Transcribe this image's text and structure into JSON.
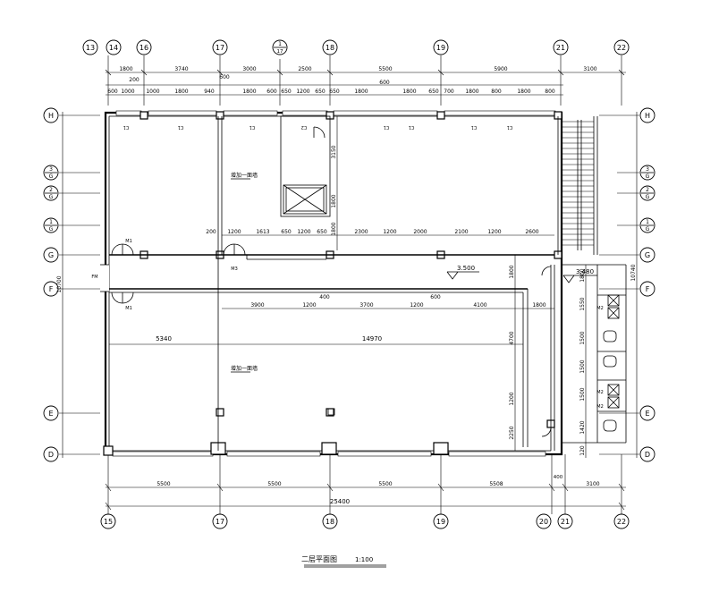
{
  "drawing": {
    "title": "二层平面图",
    "scale": "1:100"
  },
  "axes": {
    "top": [
      {
        "id": "13"
      },
      {
        "id": "14"
      },
      {
        "id": "16"
      },
      {
        "id": "17"
      },
      {
        "id": "1",
        "sub": "17"
      },
      {
        "id": "18"
      },
      {
        "id": "19"
      },
      {
        "id": "21"
      },
      {
        "id": "22"
      }
    ],
    "bottom": [
      {
        "id": "15"
      },
      {
        "id": "17"
      },
      {
        "id": "18"
      },
      {
        "id": "19"
      },
      {
        "id": "20"
      },
      {
        "id": "21"
      },
      {
        "id": "22"
      }
    ],
    "left": [
      {
        "id": "H"
      },
      {
        "id": "3",
        "sub": "G"
      },
      {
        "id": "2",
        "sub": "G"
      },
      {
        "id": "1",
        "sub": "G"
      },
      {
        "id": "G"
      },
      {
        "id": "F"
      },
      {
        "id": "E"
      },
      {
        "id": "D"
      }
    ],
    "right": [
      {
        "id": "H"
      },
      {
        "id": "3",
        "sub": "G"
      },
      {
        "id": "2",
        "sub": "G"
      },
      {
        "id": "1",
        "sub": "G"
      },
      {
        "id": "G"
      },
      {
        "id": "F"
      },
      {
        "id": "E"
      },
      {
        "id": "D"
      }
    ]
  },
  "dims": {
    "top_row1": [
      "1800",
      "3740",
      "3000",
      "2500",
      "5500",
      "5900",
      "3100"
    ],
    "top_row2": [
      "200",
      "600",
      "600"
    ],
    "top_row3": [
      "600",
      "1000",
      "1000",
      "1800",
      "940",
      "1800",
      "600",
      "650",
      "1200",
      "650",
      "650",
      "1800",
      "1800",
      "650",
      "700",
      "1800",
      "800",
      "1800",
      "800"
    ],
    "mid_row1": [
      "200",
      "1200",
      "1613",
      "650",
      "1200",
      "650",
      "2300",
      "1200",
      "2000",
      "2100",
      "1200",
      "2600"
    ],
    "mid_row2": [
      "400",
      "600"
    ],
    "mid_row3": [
      "3900",
      "1200",
      "3700",
      "1200",
      "4100",
      "1800"
    ],
    "span_labels": [
      "5340",
      "14970"
    ],
    "vert_upper": [
      "3150",
      "1800",
      "1800"
    ],
    "vert_right": [
      "1800",
      "4700",
      "1200",
      "2250"
    ],
    "vert_toilet": [
      "1800",
      "1550",
      "1500",
      "1500",
      "1500",
      "1420",
      "120"
    ],
    "left_total": "10700",
    "right_total": "10740",
    "bottom_row1": [
      "5500",
      "5500",
      "5500",
      "5508",
      "400",
      "3100"
    ],
    "bottom_total": "25400"
  },
  "levels": {
    "main": "3.500",
    "toilet": "3.480"
  },
  "rooms": {
    "upper_left": "增加一面墙",
    "lower": "增加一面墙"
  },
  "tags": {
    "window": "C1",
    "window2": "C2",
    "door": "M1",
    "door2": "M2",
    "door3": "M3",
    "fm": "FM"
  }
}
